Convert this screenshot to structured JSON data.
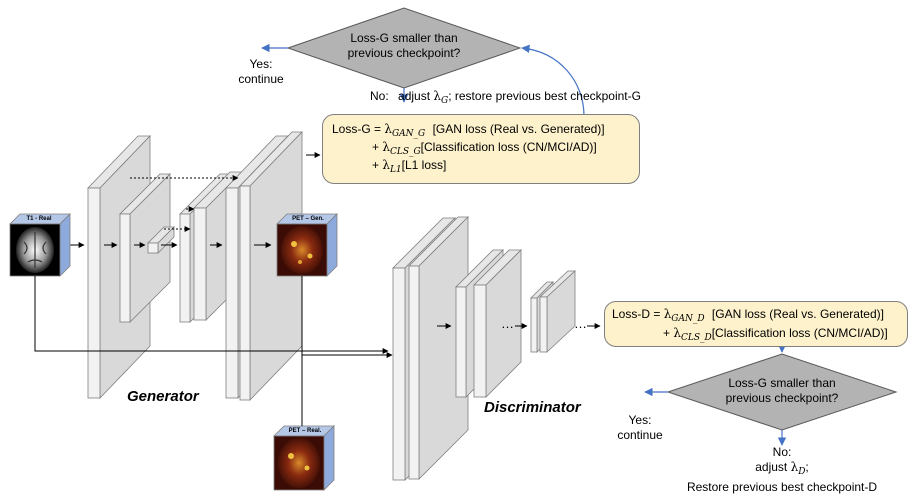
{
  "labels": {
    "generator": "Generator",
    "discriminator": "Discriminator",
    "t1_real": "T1 - Real",
    "pet_gen": "PET – Gen.",
    "pet_real": "PET – Real."
  },
  "decision_g": {
    "question_line1": "Loss-G smaller than",
    "question_line2": "previous checkpoint?",
    "yes_line1": "Yes:",
    "yes_line2": "continue",
    "no_prefix": "No:",
    "no_text": "adjust",
    "lambda": "λ",
    "lambda_sub": "G",
    "no_suffix": "; restore previous best checkpoint-G"
  },
  "decision_d": {
    "question_line1": "Loss-G smaller than",
    "question_line2": "previous checkpoint?",
    "yes_line1": "Yes:",
    "yes_line2": "continue",
    "no_prefix": "No:",
    "adjust": "adjust",
    "lambda": "λ",
    "lambda_sub": "D",
    "adjust_suffix": ";",
    "restore": "Restore previous best checkpoint-D"
  },
  "loss_g": {
    "prefix": "Loss-G = ",
    "lambda": "λ",
    "t1_sub": "GAN_G",
    "t1_text": "[GAN loss (Real vs. Generated)]",
    "plus": "+ ",
    "t2_sub": "CLS_G",
    "t2_text": "[Classification loss (CN/MCI/AD)]",
    "t3_sub": "L1",
    "t3_text": "[L1 loss]"
  },
  "loss_d": {
    "prefix": "Loss-D = ",
    "lambda": "λ",
    "t1_sub": "GAN_D",
    "t1_text": "[GAN loss (Real vs. Generated)]",
    "plus": "+ ",
    "t2_sub": "CLS_D",
    "t2_text": "[Classification loss (CN/MCI/AD)]"
  },
  "ellipsis": "…",
  "colors": {
    "layer_front": "#f2f2f2",
    "layer_side": "#d9d9d9",
    "layer_top": "#e7e7e7",
    "diamond": "#b3b3b3",
    "loss_box": "#fef2cc",
    "blue_arrow": "#4472c4",
    "vol_header": "#b4c7e7",
    "vol_side": "#8ea9db",
    "pet_image": "#6e1f0c"
  }
}
